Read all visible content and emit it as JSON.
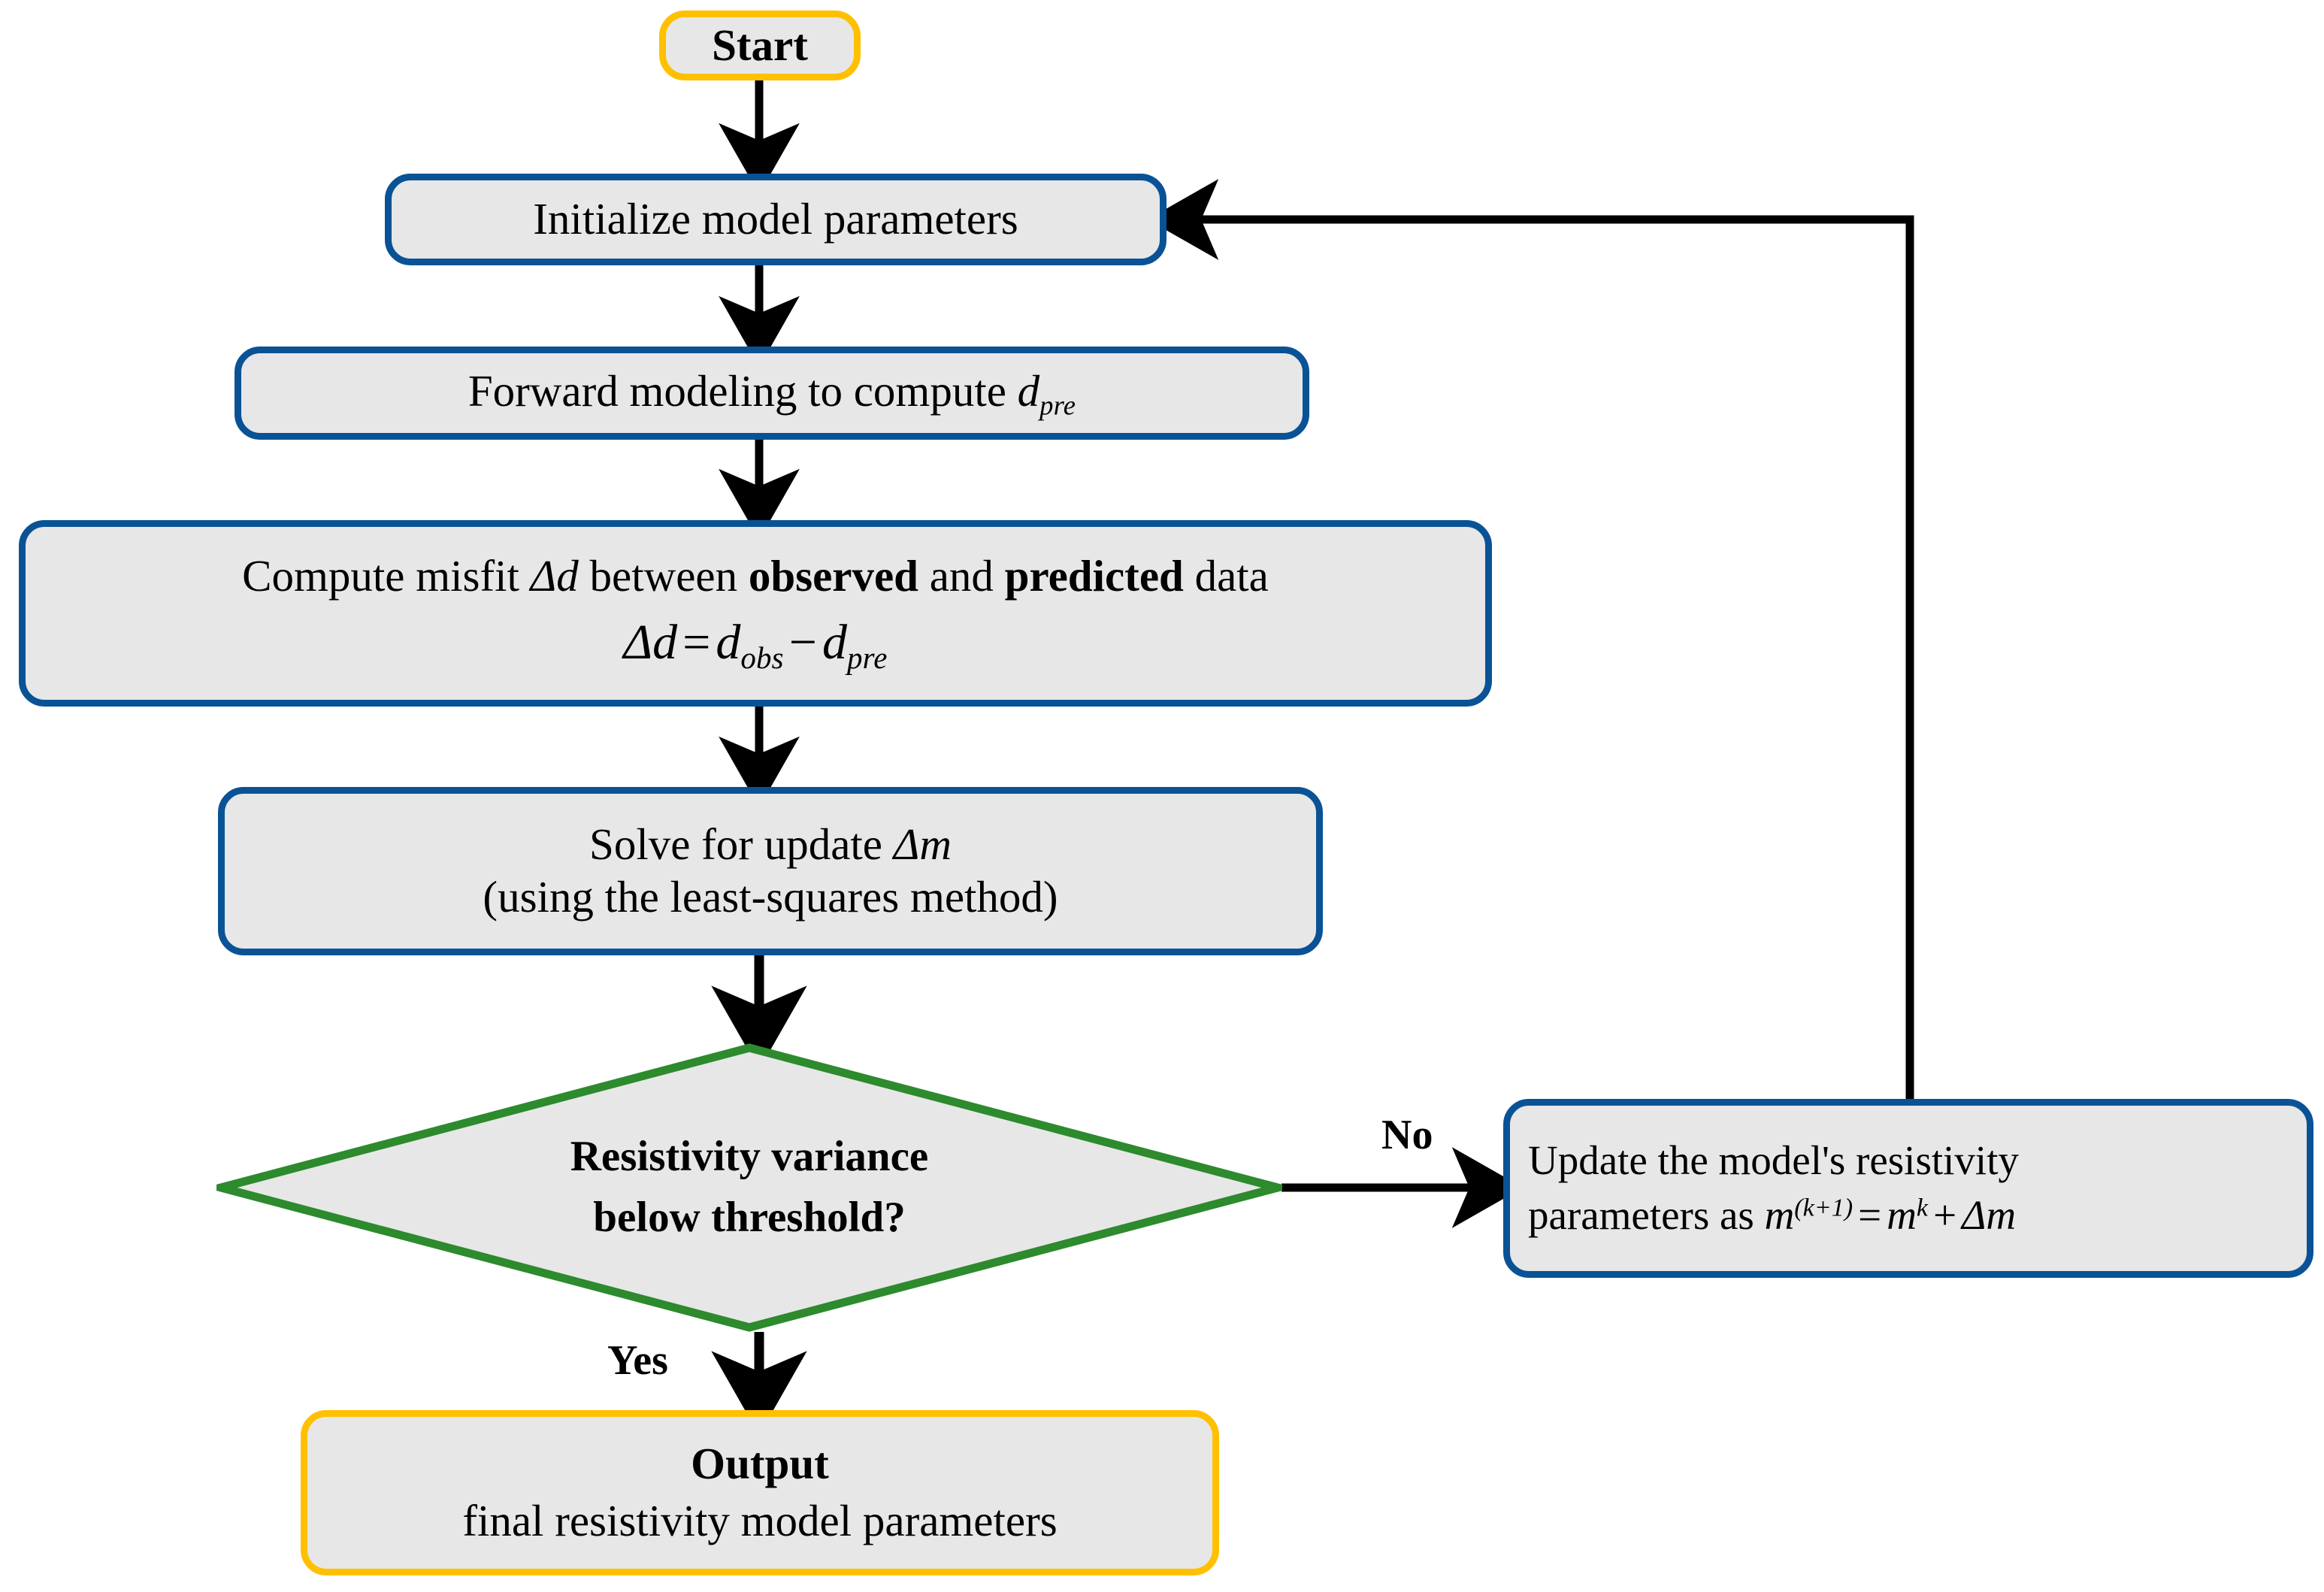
{
  "diagram": {
    "title": "Resistivity inversion workflow flowchart",
    "colors": {
      "terminal_border": "#ffc000",
      "process_border": "#0a5296",
      "decision_border": "#2d8a2d",
      "node_fill": "#e7e7e7",
      "connector": "#000000",
      "background": "#ffffff"
    },
    "nodes": {
      "start": {
        "label": "Start",
        "shape": "terminal"
      },
      "initialize": {
        "label": "Initialize model parameters",
        "shape": "process"
      },
      "forward": {
        "text_prefix": "Forward modeling to compute ",
        "symbol": "d",
        "symbol_sub": "pre",
        "shape": "process"
      },
      "misfit": {
        "line1_a": "Compute misfit ",
        "line1_delta": "Δd",
        "line1_b": " between ",
        "line1_bold1": "observed",
        "line1_c": " and ",
        "line1_bold2": "predicted",
        "line1_d": " data",
        "eq_lhs_delta": "Δ",
        "eq_lhs_var": "d",
        "eq_equals": "=",
        "eq_term1_var": "d",
        "eq_term1_sub": "obs",
        "eq_minus": "−",
        "eq_term2_var": "d",
        "eq_term2_sub": "pre",
        "shape": "process"
      },
      "solve": {
        "line1_a": "Solve for update ",
        "line1_sym": "Δm",
        "line2": "(using the least-squares method)",
        "shape": "process"
      },
      "decision": {
        "line1": "Resistivity variance",
        "line2": "below threshold?",
        "shape": "decision"
      },
      "update": {
        "line1": "Update the model's resistivity",
        "line2_a": "parameters as ",
        "eq_m1": "m",
        "eq_m1_sup": "(k+1)",
        "eq_equals": "=",
        "eq_m2": "m",
        "eq_m2_sup": "k",
        "eq_plus": "+",
        "eq_dm": "Δm",
        "shape": "process"
      },
      "output": {
        "line1": "Output",
        "line2": "final resistivity model parameters",
        "shape": "terminal"
      }
    },
    "edge_labels": {
      "no": "No",
      "yes": "Yes"
    },
    "connectors": [
      {
        "name": "start-to-initialize",
        "from": "start",
        "to": "initialize",
        "kind": "arrow-down"
      },
      {
        "name": "initialize-to-forward",
        "from": "initialize",
        "to": "forward",
        "kind": "arrow-down"
      },
      {
        "name": "forward-to-misfit",
        "from": "forward",
        "to": "misfit",
        "kind": "arrow-down"
      },
      {
        "name": "misfit-to-solve",
        "from": "misfit",
        "to": "solve",
        "kind": "arrow-down"
      },
      {
        "name": "solve-to-decision",
        "from": "solve",
        "to": "decision",
        "kind": "arrow-down"
      },
      {
        "name": "decision-no-to-update",
        "from": "decision",
        "to": "update",
        "kind": "arrow-right",
        "label": "No"
      },
      {
        "name": "decision-yes-to-output",
        "from": "decision",
        "to": "output",
        "kind": "arrow-down",
        "label": "Yes"
      },
      {
        "name": "update-feedback-to-initialize",
        "from": "update",
        "to": "initialize",
        "kind": "elbow-arrow-left"
      }
    ]
  }
}
